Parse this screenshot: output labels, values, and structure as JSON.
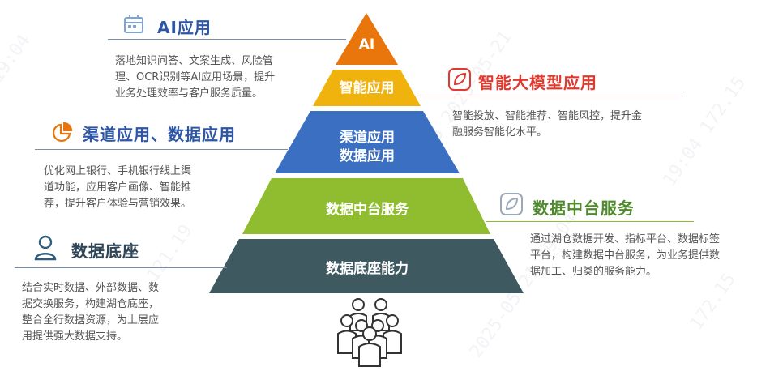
{
  "colors": {
    "ai": "#e8760c",
    "smart": "#f0b20c",
    "channel": "#3b6fc1",
    "midplatform": "#8fbd2f",
    "foundation": "#3e5a60",
    "title_blue": "#2d56a6",
    "title_red": "#e03a2e",
    "title_green": "#4f8a2e",
    "title_dark": "#2f4558"
  },
  "pyramid": {
    "tiers": [
      {
        "lines": [
          "AI"
        ]
      },
      {
        "lines": [
          "智能应用"
        ]
      },
      {
        "lines": [
          "渠道应用",
          "数据应用"
        ]
      },
      {
        "lines": [
          "数据中台服务"
        ]
      },
      {
        "lines": [
          "数据底座能力"
        ]
      }
    ]
  },
  "left": {
    "ai": {
      "icon": "calendar-icon",
      "title": "AI应用",
      "desc_lines": [
        "落地知识问答、文案生成、风险管",
        "理、OCR识别等AI应用场景，提升",
        "业务处理效率与客户服务质量。"
      ]
    },
    "channel": {
      "icon": "pie-chart-icon",
      "title": "渠道应用、数据应用",
      "desc_lines": [
        "优化网上银行、手机银行线上渠",
        "道功能，应用客户画像、智能推",
        "荐，提升客户体验与营销效果。"
      ]
    },
    "foundation": {
      "icon": "user-icon",
      "title": "数据底座",
      "desc_lines": [
        "结合实时数据、外部数据、数",
        "据交换服务，构建湖仓底座，",
        "整合全行数据资源，为上层应",
        "用提供强大数据支持。"
      ]
    }
  },
  "right": {
    "smart": {
      "icon": "leaf-icon",
      "title": "智能大模型应用",
      "desc_lines": [
        "智能投放、智能推荐、智能风控，提升金",
        "融服务智能化水平。"
      ]
    },
    "midplatform": {
      "icon": "leaf-icon",
      "title": "数据中台服务",
      "desc_lines": [
        "通过湖仓数据开发、指标平台、数据标签",
        "平台，构建数据中台服务，为业务提供数",
        "据加工、归类的服务能力。"
      ]
    }
  },
  "people_icon": "people-group-icon"
}
